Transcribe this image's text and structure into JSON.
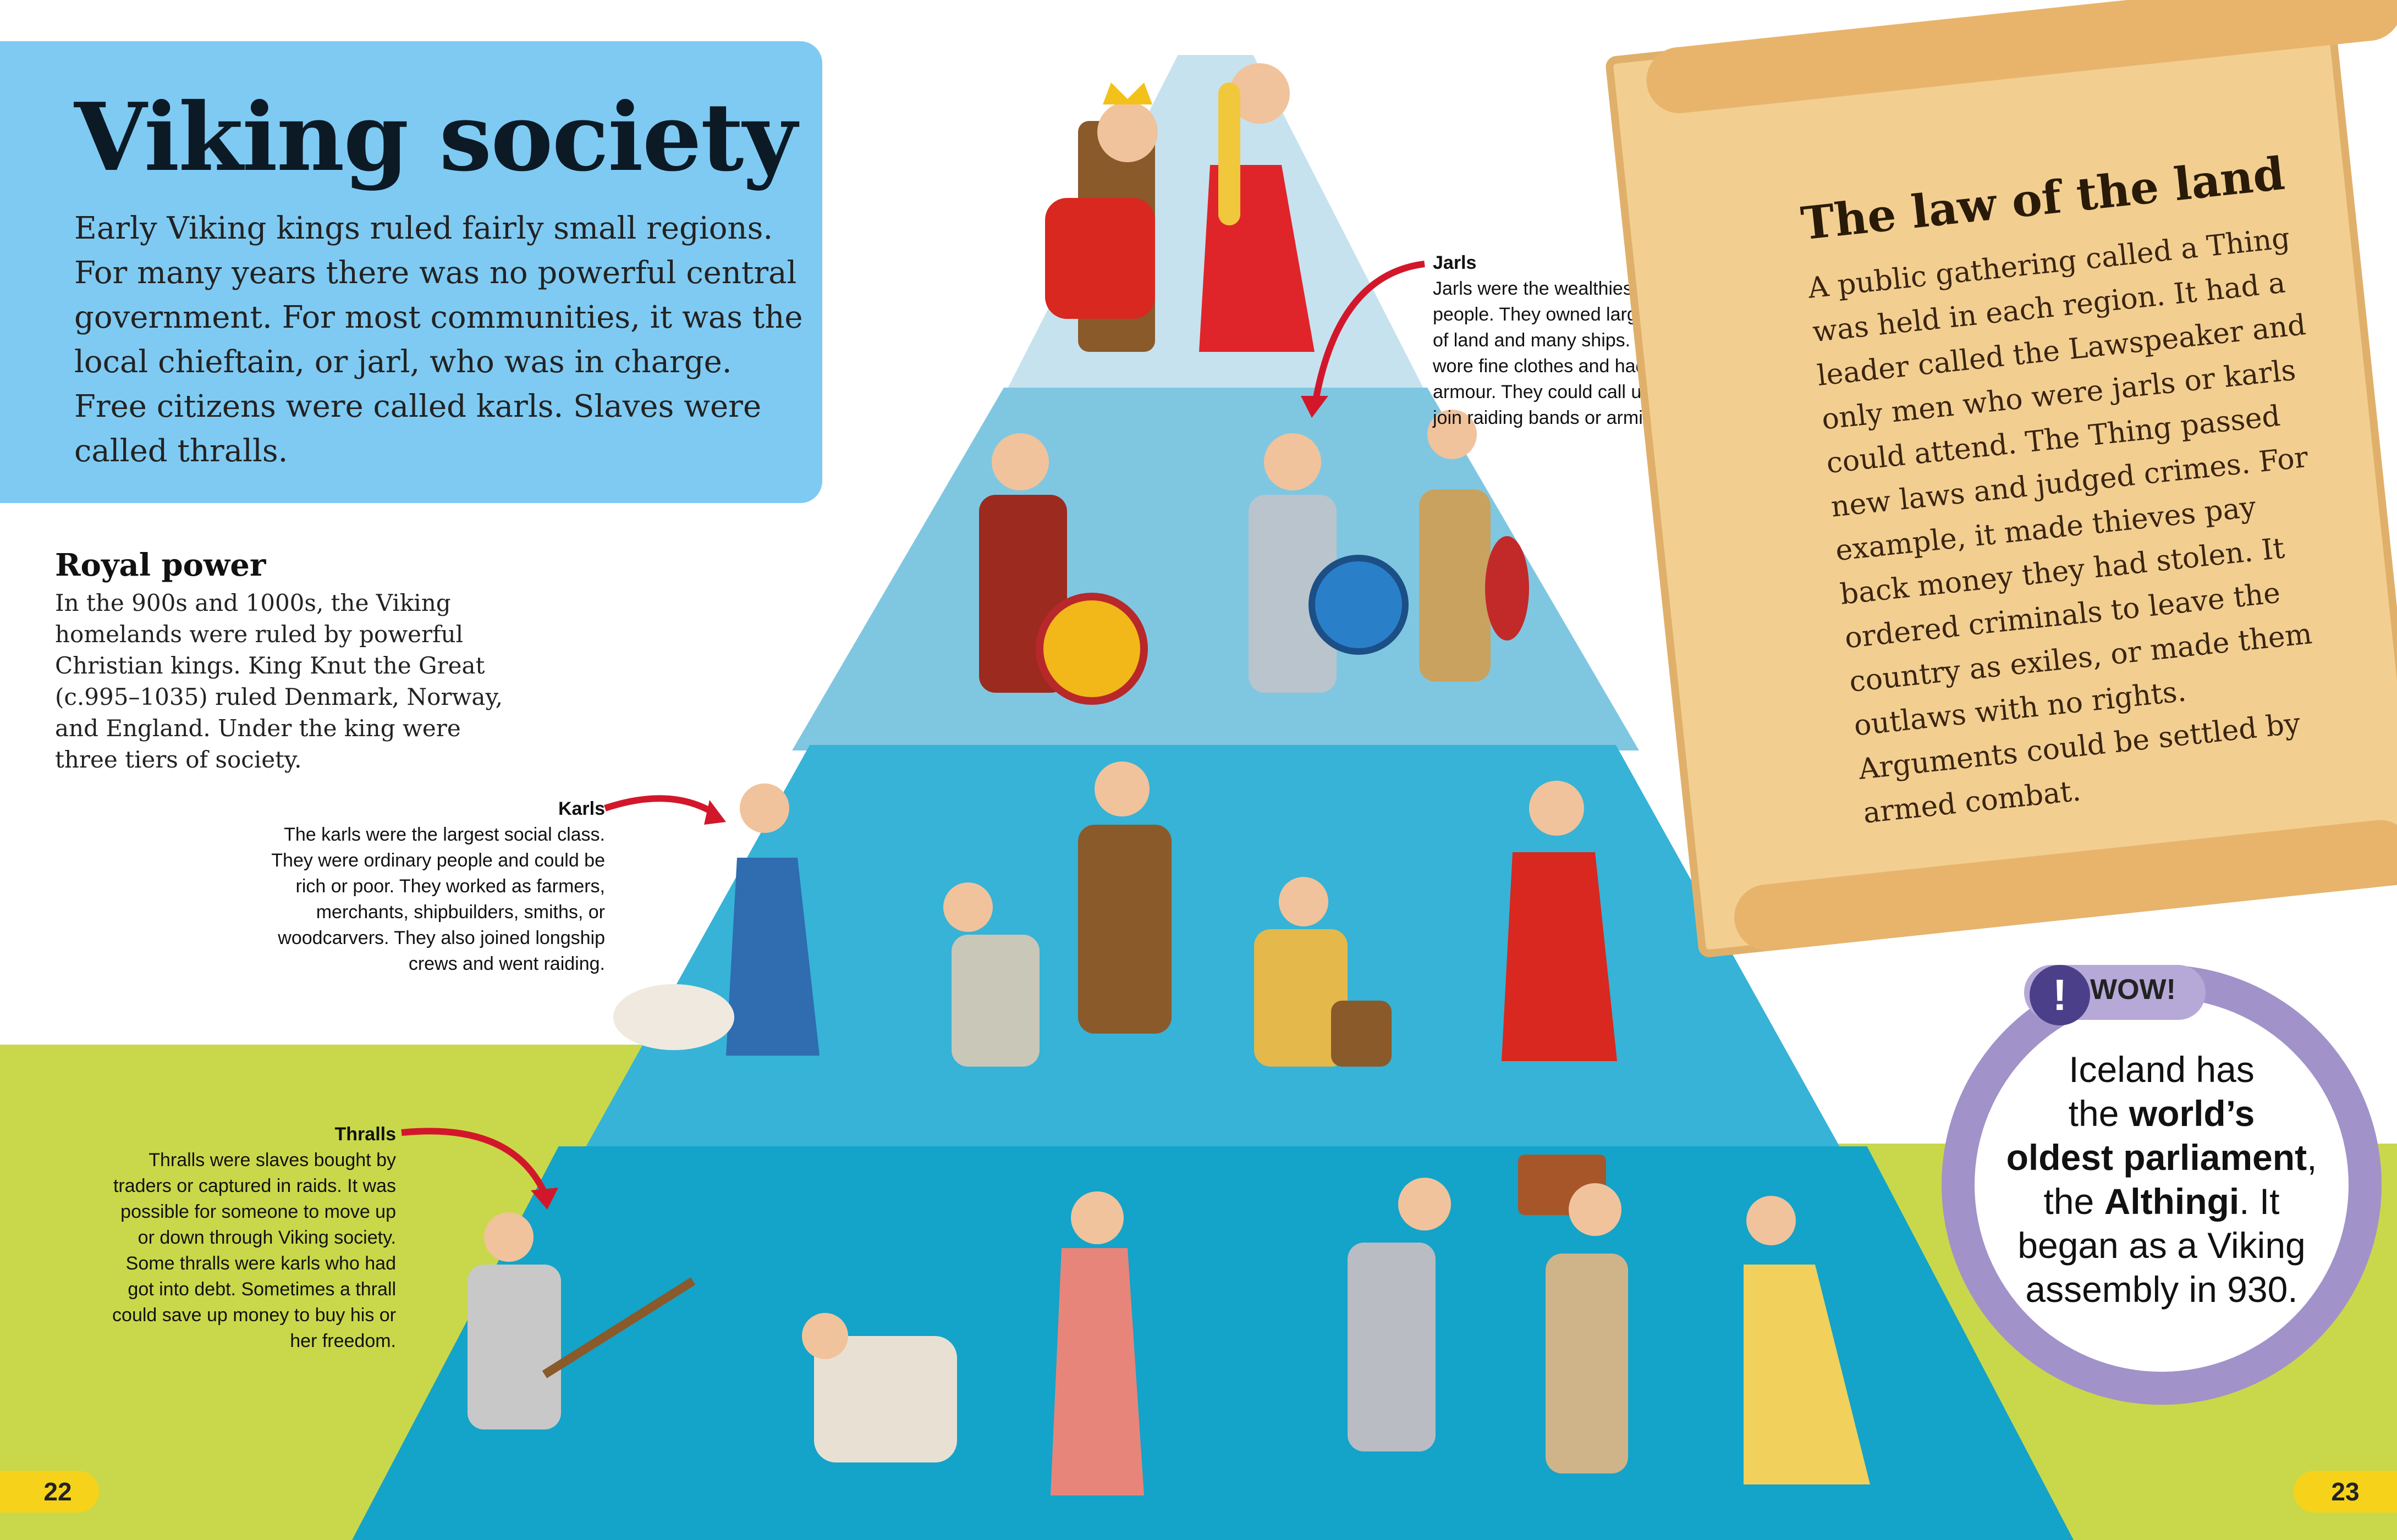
{
  "title": "Viking society",
  "intro": "Early Viking kings ruled fairly small regions. For many years there was no powerful central government. For most communities, it was the local chieftain, or jarl, who was in charge. Free citizens were called karls. Slaves were called thralls.",
  "royal_power": {
    "heading": "Royal power",
    "text": "In the 900s and 1000s, the Viking homelands were ruled by powerful Christian kings. King Knut the Great (c.995–1035) ruled Denmark, Norway, and England. Under the king were three tiers of society."
  },
  "jarls": {
    "label": "Jarls",
    "text": "Jarls were the wealthiest class of people. They owned large areas of land and many ships. They wore fine clothes and had the best armour. They could call up karls to join raiding bands or armies."
  },
  "karls": {
    "label": "Karls",
    "text": "The karls were the largest social class. They were ordinary people and could be rich or poor. They worked as farmers, merchants, shipbuilders, smiths, or woodcarvers. They also joined longship crews and went raiding."
  },
  "thralls": {
    "label": "Thralls",
    "text": "Thralls were slaves bought by traders or captured in raids. It was possible for someone to move up or down through Viking society. Some thralls were karls who had got into debt. Sometimes a thrall could save up money to buy his or her freedom."
  },
  "law": {
    "heading": "The law of the land",
    "text": "A public gathering called a Thing was held in each region. It had a leader called the Lawspeaker and only men who were jarls or karls could attend. The Thing passed new laws and judged crimes. For example, it made thieves pay back money they had stolen. It ordered criminals to leave the country as exiles, or made them outlaws with no rights. Arguments could be settled by armed combat."
  },
  "wow": {
    "badge": "WOW!",
    "bang": "!",
    "line1": "Iceland has",
    "line2_pre": "the ",
    "line2_bold": "world’s",
    "line3_bold": "oldest parliament",
    "line3_post": ",",
    "line4_pre": "the ",
    "line4_bold": "Althingi",
    "line4_post": ". It",
    "line5": "began as a Viking",
    "line6": "assembly in 930."
  },
  "page_numbers": {
    "left": "22",
    "right": "23"
  },
  "colors": {
    "title_box": "#7fcaf2",
    "ground": "#c9d84a",
    "scroll": "#f2cf91",
    "arrow": "#d3172b",
    "page_number_tab": "#f6d21a",
    "wow_ring": "#a192c9"
  }
}
